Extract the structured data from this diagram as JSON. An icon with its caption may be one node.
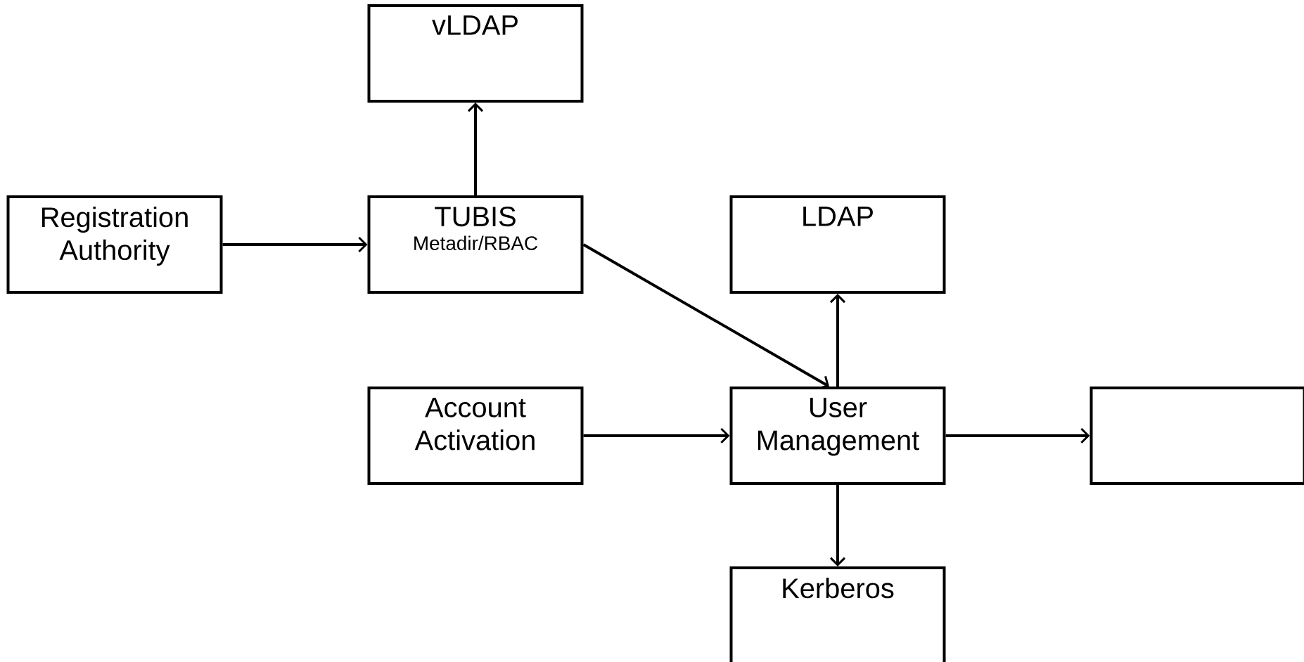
{
  "diagram": {
    "nodes": [
      {
        "text": [
          "vLDAP"
        ]
      },
      {
        "text": [
          "Registration Authority"
        ]
      },
      {
        "text": [
          "TUBIS",
          "Metadir/RBAC"
        ]
      },
      {
        "text": [
          "LDAP"
        ]
      },
      {
        "text": [
          "Account Activation"
        ]
      },
      {
        "text": [
          "User Management"
        ]
      },
      {
        "text": [],
        "shape": "box"
      },
      {
        "text": [
          "Kerberos"
        ]
      }
    ],
    "edges": [
      {
        "from": 1,
        "to": 2,
        "arrow": "to"
      },
      {
        "from": 2,
        "to": 0,
        "arrow": "to"
      },
      {
        "from": 2,
        "to": 5,
        "arrow": "to"
      },
      {
        "from": 5,
        "to": 3,
        "arrow": "to"
      },
      {
        "from": 4,
        "to": 5,
        "arrow": "to"
      },
      {
        "from": 5,
        "to": 6,
        "arrow": "to"
      },
      {
        "from": 5,
        "to": 7,
        "arrow": "to"
      }
    ]
  }
}
